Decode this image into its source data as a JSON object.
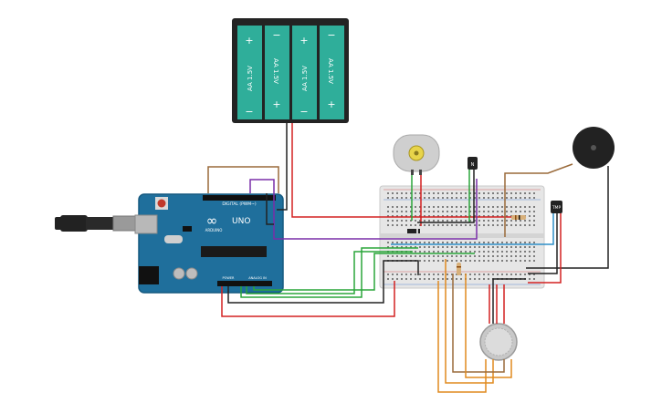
{
  "battery": {
    "cells": [
      {
        "label": "AA 1.5V",
        "top": "+",
        "bottom": "−"
      },
      {
        "label": "AA 1.5V",
        "top": "−",
        "bottom": "+"
      },
      {
        "label": "AA 1.5V",
        "top": "+",
        "bottom": "−"
      },
      {
        "label": "AA 1.5V",
        "top": "−",
        "bottom": "+"
      }
    ]
  },
  "arduino": {
    "model": "UNO",
    "brand": "ARDUINO",
    "digital_header": "DIGITAL (PWM~)",
    "power_header": "POWER",
    "analog_header": "ANALOG IN",
    "logo": "∞"
  },
  "transistor": {
    "label": "N"
  },
  "temp_sensor": {
    "label": "TMP"
  },
  "colors": {
    "board": "#1f6f9c",
    "board_dark": "#175a80",
    "battery_case": "#222222",
    "battery_cell": "#2fae9a",
    "breadboard": "#e8e8e8",
    "wire_red": "#d32020",
    "wire_black": "#222222",
    "wire_green": "#2aa53a",
    "wire_purple": "#7a2fa8",
    "wire_brown": "#9a6a3a",
    "wire_orange": "#e08a1e",
    "wire_blue": "#2f8fc8"
  }
}
